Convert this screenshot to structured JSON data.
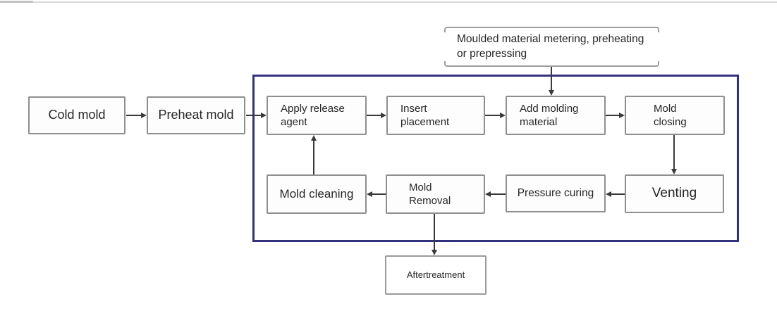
{
  "flowchart": {
    "nodes": {
      "cold_mold": {
        "label": "Cold mold"
      },
      "preheat_mold": {
        "label": "Preheat mold"
      },
      "moulded_material": {
        "label": "Moulded material metering, preheating or prepressing"
      },
      "apply_release_agent": {
        "label": "Apply release agent"
      },
      "insert_placement": {
        "label": "Insert placement"
      },
      "add_molding_material": {
        "label": "Add molding material"
      },
      "mold_closing": {
        "label": "Mold closing"
      },
      "venting": {
        "label": "Venting"
      },
      "pressure_curing": {
        "label": "Pressure curing"
      },
      "mold_removal": {
        "label": "Mold Removal"
      },
      "mold_cleaning": {
        "label": "Mold cleaning"
      },
      "aftertreatment": {
        "label": "Aftertreatment"
      }
    },
    "edges": [
      {
        "from": "Cold mold",
        "to": "Preheat mold"
      },
      {
        "from": "Preheat mold",
        "to": "Apply release agent"
      },
      {
        "from": "Apply release agent",
        "to": "Insert placement"
      },
      {
        "from": "Insert placement",
        "to": "Add molding material"
      },
      {
        "from": "Moulded material metering, preheating or prepressing",
        "to": "Add molding material"
      },
      {
        "from": "Add molding material",
        "to": "Mold closing"
      },
      {
        "from": "Mold closing",
        "to": "Venting"
      },
      {
        "from": "Venting",
        "to": "Pressure curing"
      },
      {
        "from": "Pressure curing",
        "to": "Mold Removal"
      },
      {
        "from": "Mold Removal",
        "to": "Mold cleaning"
      },
      {
        "from": "Mold cleaning",
        "to": "Apply release agent"
      },
      {
        "from": "Mold Removal",
        "to": "Aftertreatment"
      }
    ],
    "colors": {
      "container_border": "#32317d",
      "box_border": "#8f8f8f",
      "bracket_border": "#9e9e9e",
      "arrow": "#3a3a3a",
      "text": "#262626"
    }
  }
}
